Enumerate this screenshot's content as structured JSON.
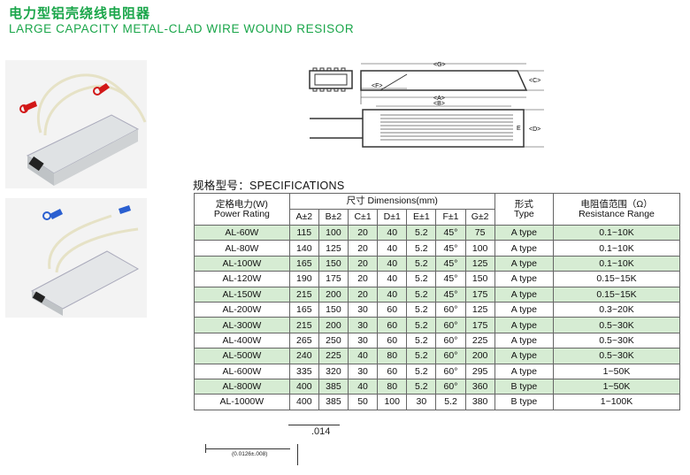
{
  "header": {
    "title_cn": "电力型铝壳绕线电阻器",
    "title_en": "LARGE CAPACITY METAL-CLAD WIRE WOUND RESISOR"
  },
  "drawing": {
    "labels": [
      "<G>",
      "<C>",
      "<F>",
      "<A>",
      "<B>",
      "<D>",
      "E"
    ]
  },
  "specs": {
    "title": "规格型号：SPECIFICATIONS",
    "headers": {
      "power_cn": "定格电力(W)",
      "power_en": "Power Rating",
      "dims": "尺寸 Dimensions(mm)",
      "type_cn": "形式",
      "type_en": "Type",
      "res_cn": "电阻值范围（Ω）",
      "res_en": "Resistance Range",
      "dim_cols": [
        "A±2",
        "B±2",
        "C±1",
        "D±1",
        "E±1",
        "F±1",
        "G±2"
      ]
    },
    "rows": [
      {
        "power": "AL-60W",
        "a": "115",
        "b": "100",
        "c": "20",
        "d": "40",
        "e": "5.2",
        "f": "45°",
        "g": "75",
        "type": "A type",
        "range": "0.1~10K"
      },
      {
        "power": "AL-80W",
        "a": "140",
        "b": "125",
        "c": "20",
        "d": "40",
        "e": "5.2",
        "f": "45°",
        "g": "100",
        "type": "A type",
        "range": "0.1~10K"
      },
      {
        "power": "AL-100W",
        "a": "165",
        "b": "150",
        "c": "20",
        "d": "40",
        "e": "5.2",
        "f": "45°",
        "g": "125",
        "type": "A type",
        "range": "0.1~10K"
      },
      {
        "power": "AL-120W",
        "a": "190",
        "b": "175",
        "c": "20",
        "d": "40",
        "e": "5.2",
        "f": "45°",
        "g": "150",
        "type": "A type",
        "range": "0.15~15K"
      },
      {
        "power": "AL-150W",
        "a": "215",
        "b": "200",
        "c": "20",
        "d": "40",
        "e": "5.2",
        "f": "45°",
        "g": "175",
        "type": "A type",
        "range": "0.15~15K"
      },
      {
        "power": "AL-200W",
        "a": "165",
        "b": "150",
        "c": "30",
        "d": "60",
        "e": "5.2",
        "f": "60°",
        "g": "125",
        "type": "A type",
        "range": "0.3~20K"
      },
      {
        "power": "AL-300W",
        "a": "215",
        "b": "200",
        "c": "30",
        "d": "60",
        "e": "5.2",
        "f": "60°",
        "g": "175",
        "type": "A type",
        "range": "0.5~30K"
      },
      {
        "power": "AL-400W",
        "a": "265",
        "b": "250",
        "c": "30",
        "d": "60",
        "e": "5.2",
        "f": "60°",
        "g": "225",
        "type": "A type",
        "range": "0.5~30K"
      },
      {
        "power": "AL-500W",
        "a": "240",
        "b": "225",
        "c": "40",
        "d": "80",
        "e": "5.2",
        "f": "60°",
        "g": "200",
        "type": "A type",
        "range": "0.5~30K"
      },
      {
        "power": "AL-600W",
        "a": "335",
        "b": "320",
        "c": "30",
        "d": "60",
        "e": "5.2",
        "f": "60°",
        "g": "295",
        "type": "A type",
        "range": "1~50K"
      },
      {
        "power": "AL-800W",
        "a": "400",
        "b": "385",
        "c": "40",
        "d": "80",
        "e": "5.2",
        "f": "60°",
        "g": "360",
        "type": "B type",
        "range": "1~50K"
      },
      {
        "power": "AL-1000W",
        "a": "400",
        "b": "385",
        "c": "50",
        "d": "100",
        "e": "30",
        "f": "5.2",
        "g": "380",
        "type": "B type",
        "range": "1~100K"
      }
    ]
  },
  "fragments": {
    "frag1": ".014",
    "frag2": "(0.0126±.008)"
  },
  "colors": {
    "title_green": "#1aa64a",
    "row_green": "#d6ecd3",
    "photo_bg": "#f3f3f3"
  }
}
